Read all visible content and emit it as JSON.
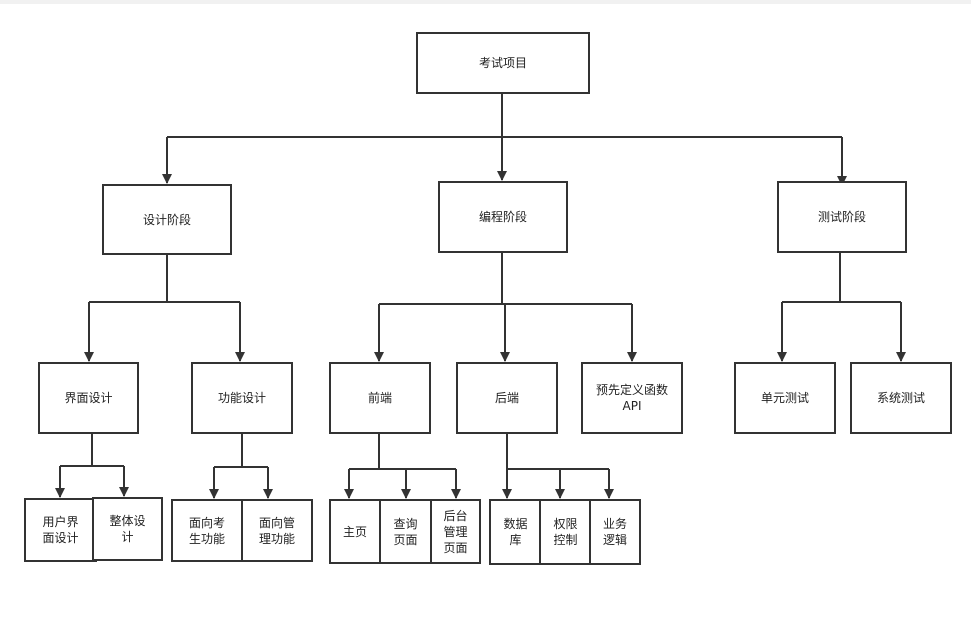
{
  "nodes": {
    "root": "考试项目",
    "design_stage": "设计阶段",
    "coding_stage": "编程阶段",
    "testing_stage": "测试阶段",
    "ui_design": "界面设计",
    "function_design": "功能设计",
    "frontend": "前端",
    "backend": "后端",
    "predefined_api": "预先定义函数\nAPI",
    "unit_test": "单元测试",
    "system_test": "系统测试",
    "user_ui_design": "用户界\n面设计",
    "overall_design": "整体设\n计",
    "examinee_func": "面向考\n生功能",
    "admin_func": "面向管\n理功能",
    "home_page": "主页",
    "query_page": "查询\n页面",
    "admin_page": "后台\n管理\n页面",
    "database": "数据\n库",
    "access_control": "权限\n控制",
    "business_logic": "业务\n逻辑"
  },
  "colors": {
    "line": "#333333",
    "border": "#333333",
    "text": "#222222"
  }
}
